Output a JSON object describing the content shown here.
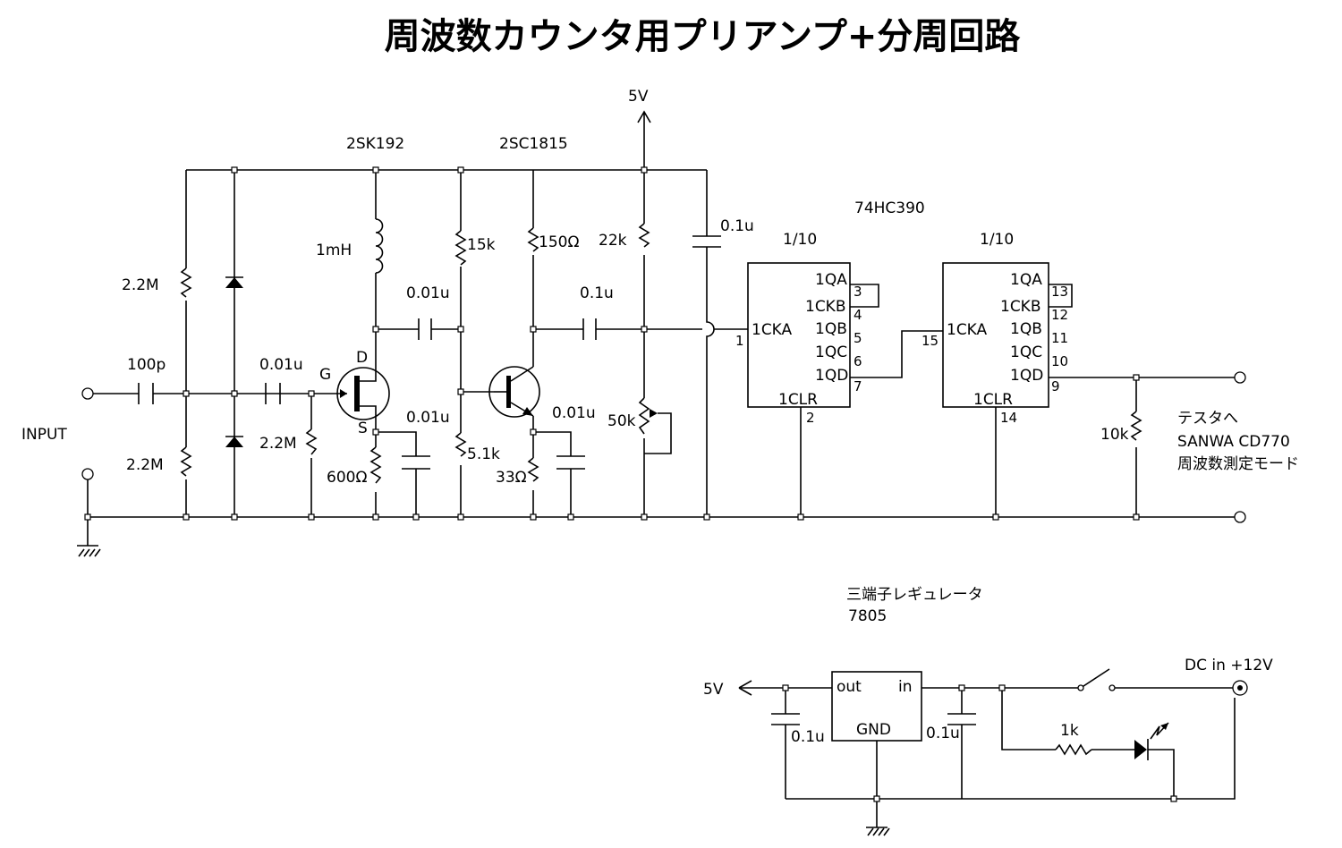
{
  "title": "周波数カウンタ用プリアンプ+分周回路",
  "labels": {
    "vcc_top": "5V",
    "fet": "2SK192",
    "bjt": "2SC1815",
    "ic": "74HC390",
    "div1": "1/10",
    "div2": "1/10",
    "input": "INPUT",
    "c_in": "100p",
    "r_bias_top": "2.2M",
    "r_bias_bot": "2.2M",
    "c_couple1": "0.01u",
    "r_gate": "2.2M",
    "gate": "G",
    "drain": "D",
    "source": "S",
    "inductor": "1mH",
    "c_couple2": "0.01u",
    "r_source": "600Ω",
    "c_source": "0.01u",
    "r_base_top": "15k",
    "r_base_bot": "5.1k",
    "r_collector": "150Ω",
    "r_emitter": "33Ω",
    "c_emitter": "0.01u",
    "c_couple3": "0.1u",
    "r_22k": "22k",
    "vr_50k": "50k",
    "c_bypass": "0.1u",
    "r_out": "10k",
    "tester1": "テスタへ",
    "tester2": "SANWA  CD770",
    "tester3": "周波数測定モード",
    "reg_name": "三端子レギュレータ",
    "reg_part": "7805",
    "reg_out_v": "5V",
    "reg_pin_out": "out",
    "reg_pin_in": "in",
    "reg_pin_gnd": "GND",
    "reg_c_out": "0.1u",
    "reg_c_in": "0.1u",
    "dc_in": "DC in +12V",
    "r_led": "1k"
  },
  "ic1": {
    "pin_1qa": "1QA",
    "pin_1ckb": "1CKB",
    "pin_1qb": "1QB",
    "pin_1qc": "1QC",
    "pin_1qd": "1QD",
    "pin_1cka": "1CKA",
    "pin_1clr": "1CLR",
    "n_qa": "3",
    "n_ckb": "4",
    "n_qb": "5",
    "n_qc": "6",
    "n_qd": "7",
    "n_cka": "1",
    "n_clr": "2"
  },
  "ic2": {
    "pin_1qa": "1QA",
    "pin_1ckb": "1CKB",
    "pin_1qb": "1QB",
    "pin_1qc": "1QC",
    "pin_1qd": "1QD",
    "pin_1cka": "1CKA",
    "pin_1clr": "1CLR",
    "n_qa": "13",
    "n_ckb": "12",
    "n_qb": "11",
    "n_qc": "10",
    "n_qd": "9",
    "n_cka": "15",
    "n_clr": "14"
  }
}
